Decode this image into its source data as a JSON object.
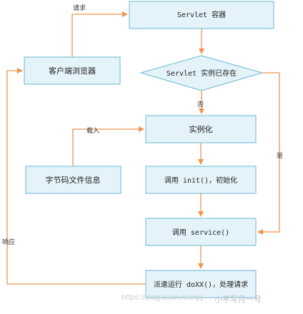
{
  "nodes": {
    "servlet_container": "Servlet 容器",
    "client_browser": "客户端浏览器",
    "servlet_exists": "Servlet 实例已存在",
    "instantiate": "实例化",
    "bytecode_info": "字节码文件信息",
    "call_init": "调用 init()，初始化",
    "call_service": "调用 service()",
    "dispatch_doxx": "派遣运行 doXX()，处理请求"
  },
  "edge_labels": {
    "request": "请求",
    "no": "否",
    "load": "载入",
    "yes": "是",
    "response": "响应"
  },
  "watermark": {
    "url": "https://blog.csdn.net/qq",
    "author": "小平写月一号"
  },
  "colors": {
    "box_border": "#7fc3d8",
    "box_fill": "#e4f3f9",
    "arrow": "#f0954f",
    "connector": "#f0954f"
  }
}
